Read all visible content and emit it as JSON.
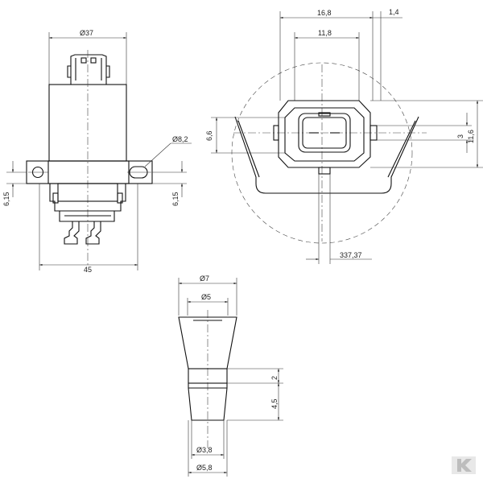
{
  "drawing": {
    "front_view": {
      "dim_width_top": "Ø37",
      "dim_hole": "Ø8,2",
      "dim_left_offset": "6,15",
      "dim_right_offset": "6,15",
      "dim_bottom_width": "45"
    },
    "top_view": {
      "dim_16_8": "16,8",
      "dim_1_4": "1,4",
      "dim_11_8": "11,8",
      "dim_6_6": "6,6",
      "dim_3": "3",
      "dim_11_6": "11,6",
      "dim_337_37": "337,37"
    },
    "nozzle_view": {
      "dim_d7": "Ø7",
      "dim_d5": "Ø5",
      "dim_2": "2",
      "dim_4_5": "4,5",
      "dim_d3_8": "Ø3,8",
      "dim_d5_8": "Ø5,8"
    },
    "logo": {
      "text": "K",
      "icon": "kramp-logo-icon"
    }
  }
}
